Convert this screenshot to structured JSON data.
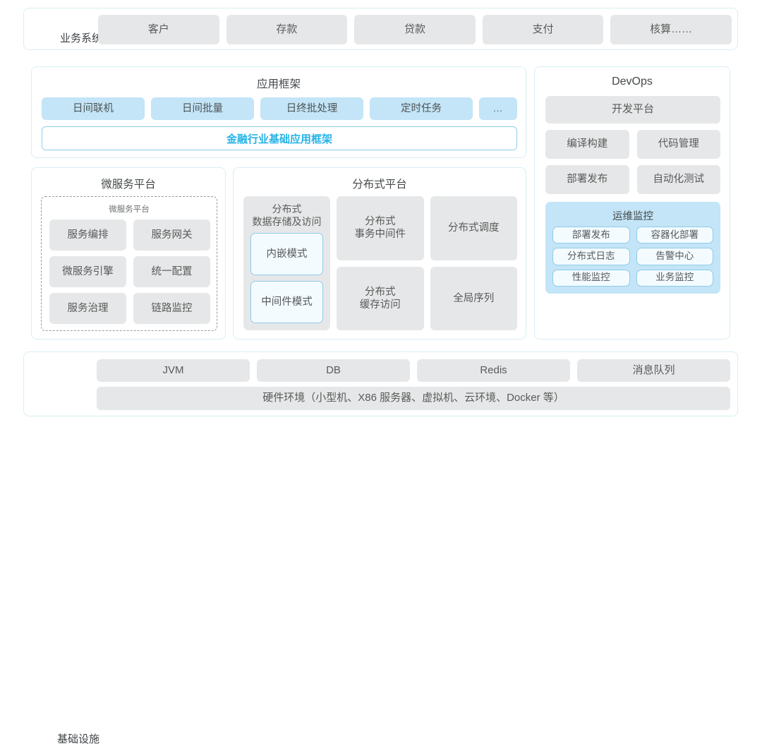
{
  "business_system": {
    "label": "业务系统",
    "items": [
      "客户",
      "存款",
      "贷款",
      "支付",
      "核算……"
    ]
  },
  "app_framework": {
    "title": "应用框架",
    "items": [
      "日间联机",
      "日间批量",
      "日终批处理",
      "定时任务",
      "..."
    ],
    "banner": "金融行业基础应用框架",
    "banner_color": "#25b3e6"
  },
  "microservice_platform": {
    "title": "微服务平台",
    "inner_title": "微服务平台",
    "items": [
      "服务编排",
      "服务网关",
      "微服务引擎",
      "统一配置",
      "服务治理",
      "链路监控"
    ]
  },
  "distributed_platform": {
    "title": "分布式平台",
    "storage_column": {
      "title": "分布式\n数据存储及访问",
      "modes": [
        "内嵌模式",
        "中间件模式"
      ]
    },
    "items": [
      "分布式\n事务中间件",
      "分布式调度",
      "分布式\n缓存访问",
      "全局序列"
    ]
  },
  "devops": {
    "title": "DevOps",
    "dev_platform": "开发平台",
    "items": [
      "编译构建",
      "代码管理",
      "部署发布",
      "自动化测试"
    ],
    "ops_monitoring": {
      "title": "运维监控",
      "items": [
        "部署发布",
        "容器化部署",
        "分布式日志",
        "告警中心",
        "性能监控",
        "业务监控"
      ]
    }
  },
  "infrastructure": {
    "label": "基础设施",
    "items": [
      "JVM",
      "DB",
      "Redis",
      "消息队列"
    ],
    "hardware": "硬件环境（小型机、X86 服务器、虚拟机、云环境、Docker 等）"
  },
  "theme": {
    "chip_gray": "#e6e7e8",
    "chip_blue": "#c3e5f7",
    "panel_border": "#d7eef4",
    "accent": "#25b3e6"
  }
}
